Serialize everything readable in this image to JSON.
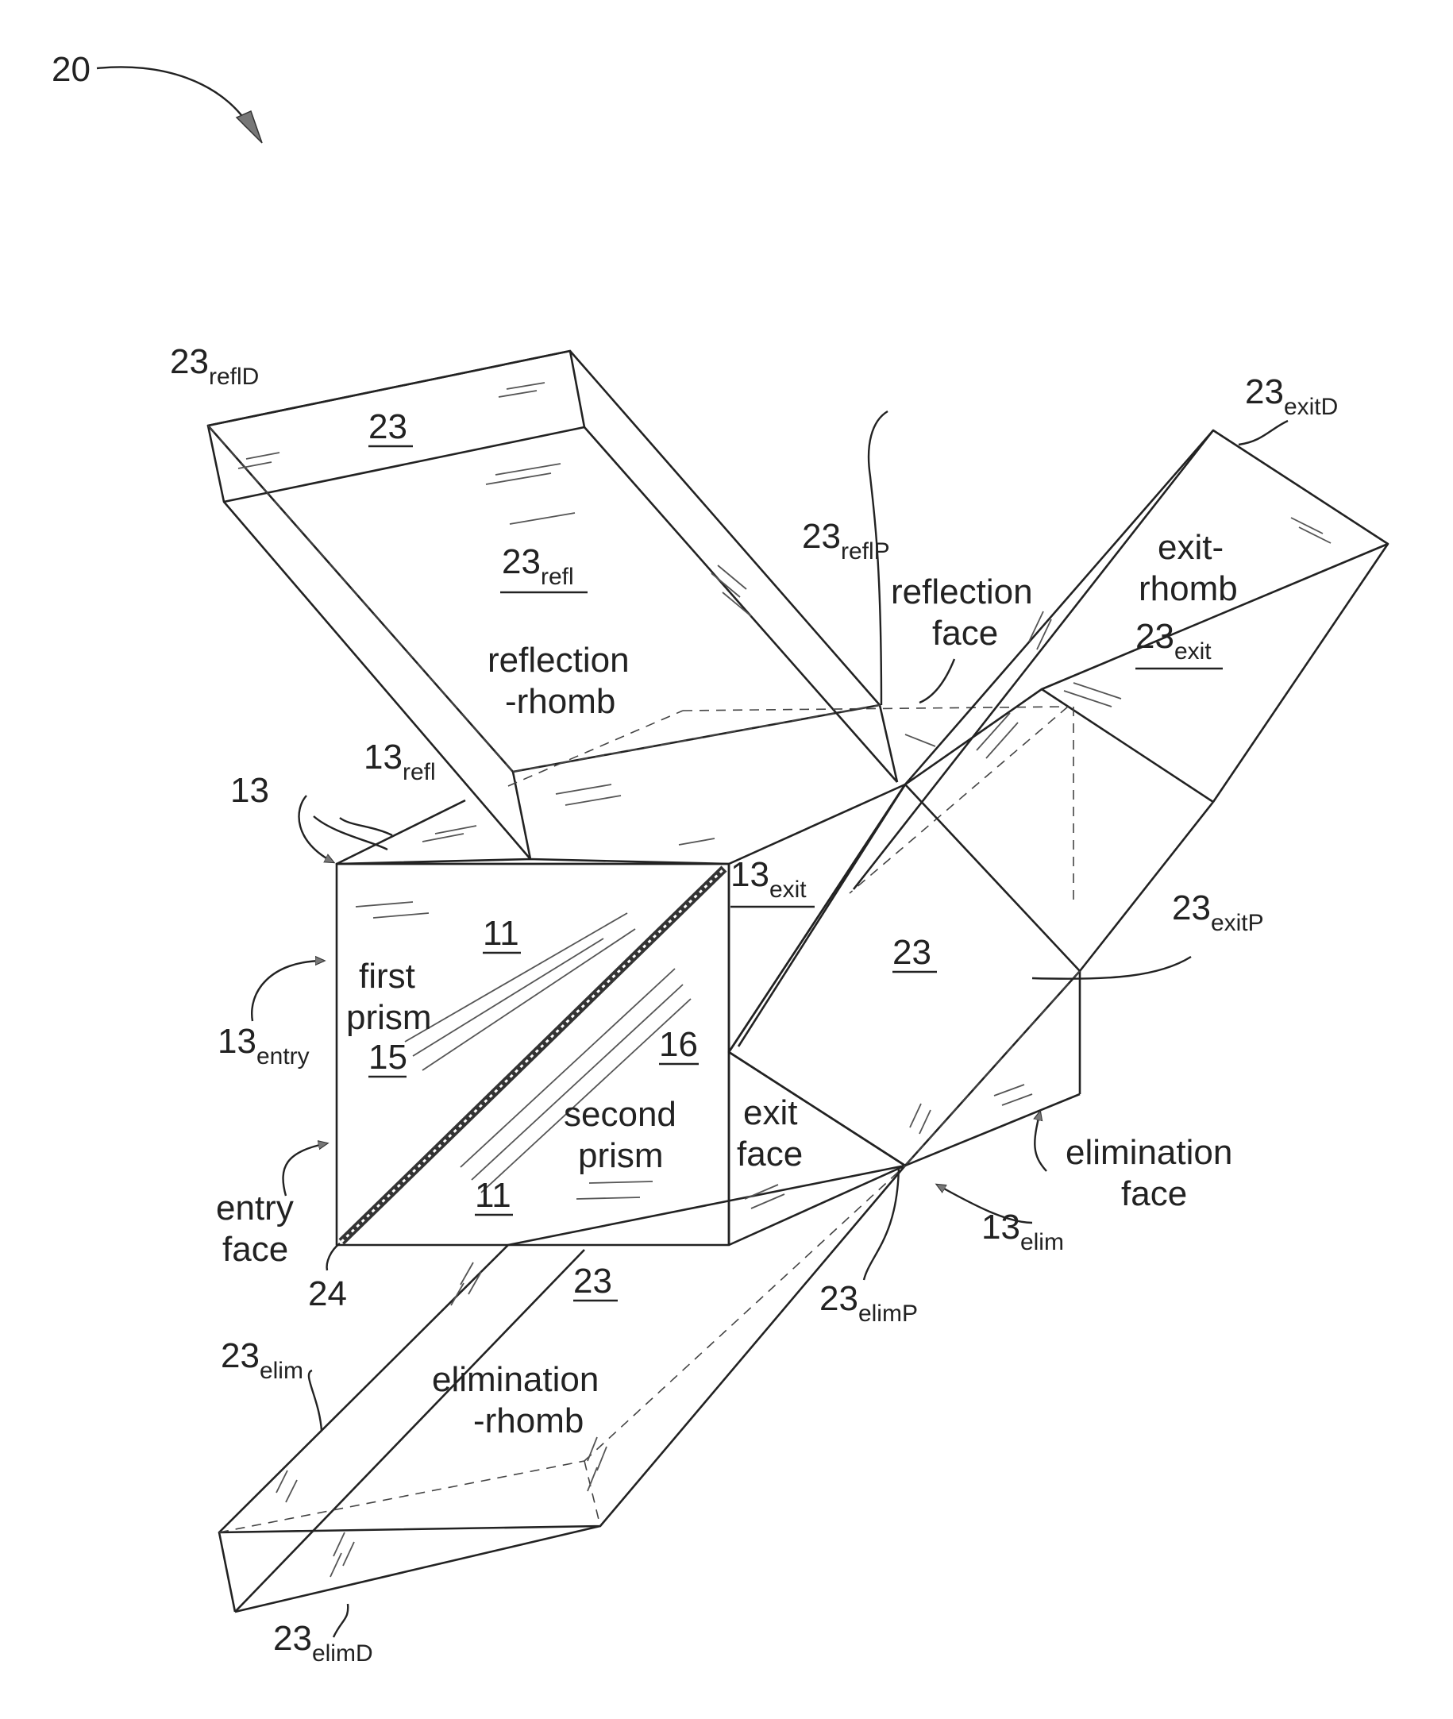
{
  "figure_number": "20",
  "labels": {
    "refl_d": {
      "main": "23",
      "sub": "reflD"
    },
    "refl_top": {
      "main": "23"
    },
    "refl": {
      "main": "23",
      "sub": "refl"
    },
    "refl_rhomb_line1": "reflection",
    "refl_rhomb_line2": "-rhomb",
    "refl_p": {
      "main": "23",
      "sub": "reflP"
    },
    "refl_face_line1": "reflection",
    "refl_face_line2": "face",
    "exit_d": {
      "main": "23",
      "sub": "exitD"
    },
    "exit_rhomb_line1": "exit-",
    "exit_rhomb_line2": "rhomb",
    "exit": {
      "main": "23",
      "sub": "exit"
    },
    "exit_p": {
      "main": "23",
      "sub": "exitP"
    },
    "right_face": {
      "main": "23"
    },
    "prism_13_refl": {
      "main": "13",
      "sub": "refl"
    },
    "prism_13": {
      "main": "13"
    },
    "prism_13_exit": {
      "main": "13",
      "sub": "exit"
    },
    "prism_13_entry": {
      "main": "13",
      "sub": "entry"
    },
    "prism_11_top": "11",
    "first_prism_line1": "first",
    "first_prism_line2": "prism",
    "first_prism_num": "15",
    "num_16": "16",
    "second_prism_line1": "second",
    "second_prism_line2": "prism",
    "prism_11_bottom": "11",
    "entry_face_line1": "entry",
    "entry_face_line2": "face",
    "exit_face_line1": "exit",
    "exit_face_line2": "face",
    "elim_face_line1": "elimination",
    "elim_face_line2": "face",
    "prism_13_elim": {
      "main": "13",
      "sub": "elim"
    },
    "elim_p": {
      "main": "23",
      "sub": "elimP"
    },
    "num_24": "24",
    "bottom_face": {
      "main": "23"
    },
    "elim": {
      "main": "23",
      "sub": "elim"
    },
    "elim_rhomb_line1": "elimination",
    "elim_rhomb_line2": "-rhomb",
    "elim_d": {
      "main": "23",
      "sub": "elimD"
    }
  }
}
